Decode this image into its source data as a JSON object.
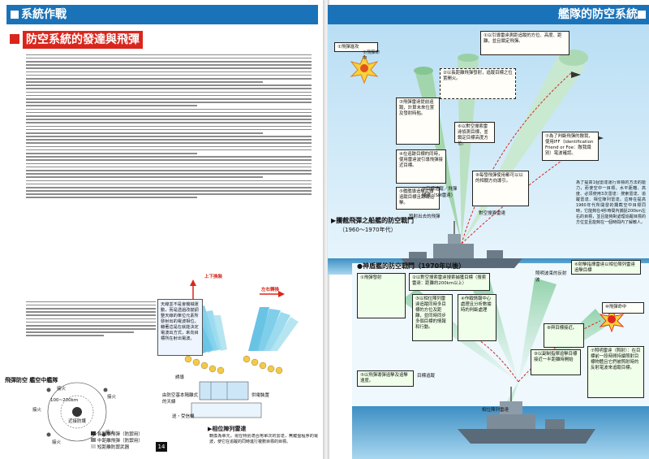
{
  "left": {
    "header": "系統作戰",
    "title": "防空系統的發達與飛彈",
    "figure": {
      "caption": "飛彈防空 艦空中艦隊",
      "labels": [
        "接火",
        "接火",
        "接火",
        "接火",
        "接火"
      ],
      "radius": "100~200km",
      "inner_label": "近接防護",
      "legend": [
        "長距離飛彈（防禦用）",
        "中距離飛彈（防禦用）",
        "短距離防禦武器"
      ]
    },
    "middle_diagram": {
      "left_label": "上下換裝",
      "right_label": "左右轉換",
      "launcher_label": "誘導",
      "deck_label": "由防空基本隔離式的天線",
      "guide_label": "供電裝置",
      "radar_label": "送・受信機",
      "caption": "▶相位陣列雷達"
    },
    "info_box": "天線並不是會機械運動，而是透過改變調整天線的單位元素所發射出的電波相位，藉著這是在就能決定電波出方式，來向目標所在射出電波。",
    "info_box2": "轉換為單元，現在特別適合用單次的雷達，無鍵盤程序的電波，使它在追蹤的同時進行複數目標的目標。",
    "page_number": "14"
  },
  "right": {
    "header": "艦隊的防空系統",
    "section1_title": "▶攔截飛彈之船艦的防空戰鬥",
    "section1_sub": "（1960～1970年代）",
    "section2_title": "●神盾艦的防空戰鬥（1970年以後）",
    "callouts": [
      "①飛彈進攻",
      "①以引導雷達測距追蹤的方位、高度、距離，並且鎖定飛彈。",
      "②以長距離飛彈發射，追蹤目標之位置開火。",
      "③飛彈雷達提前追蹤，計算未來位置及發射時點。",
      "④在追跡目標的同時，使用雷達波引導飛彈接近目標。",
      "⑤艦艦導追擊武器追蹤目標且跟蹤追擊。",
      "⑥以對空搜索雷達偵測目標，並鎖定目標高度方位。",
      "⑦為了判斷飛彈的敵我，使用IFF（Identification Friend or Foe：敵我識別）電波確認。",
      "⑧每發飛彈使用都可以以的相關方向導引。",
      "⑨目標追蹤／飛彈隨導（SM雷達）",
      "對空搜索雷達",
      "發射出去的飛彈"
    ],
    "side_note": "為了提高1個雷達運行目標的方法的能力，而使空中一目標。水平距離、高度、必須使用3次雷達：搜索雷達、追蹤雷達、相位陣列雷達。這時在提高1960年代所開發的攔截空中目標同時，它能夠在4秒時間內捕捉200km左右的目標，並且能夠對處理追蹤目標的方位並且能夠在一個時間內了解敵人。",
    "aegis_callouts": [
      "①飛彈發射",
      "②以對空搜索雷達搜索捕獲目標（搜索雷達：距離約200km以上）",
      "③以相位陣列雷達追蹤同時多目標的方位及距離，並同時同步多個目標的情報和行動。",
      "④作戰情報中心處理且分析數據時的判斷處理",
      "⑤以飛彈導彈追擊及追擊速度。",
      "⑥射擊指揮雷達以相位陣列雷達追擊目標",
      "⑦照明雷達（照射）：在目標前一段時間持續照射目標物體且它們被照射時的反射電波來追蹤目標。",
      "⑧與目標接近。",
      "⑨以副制指揮追擊目標接近一半距離時開始",
      "目標追蹤",
      "相位陣列雷達",
      "照明波束的反射波",
      "飛彈命中"
    ],
    "hit_label": "①飛彈命中",
    "hit_label2": "⑩飛彈命中"
  }
}
